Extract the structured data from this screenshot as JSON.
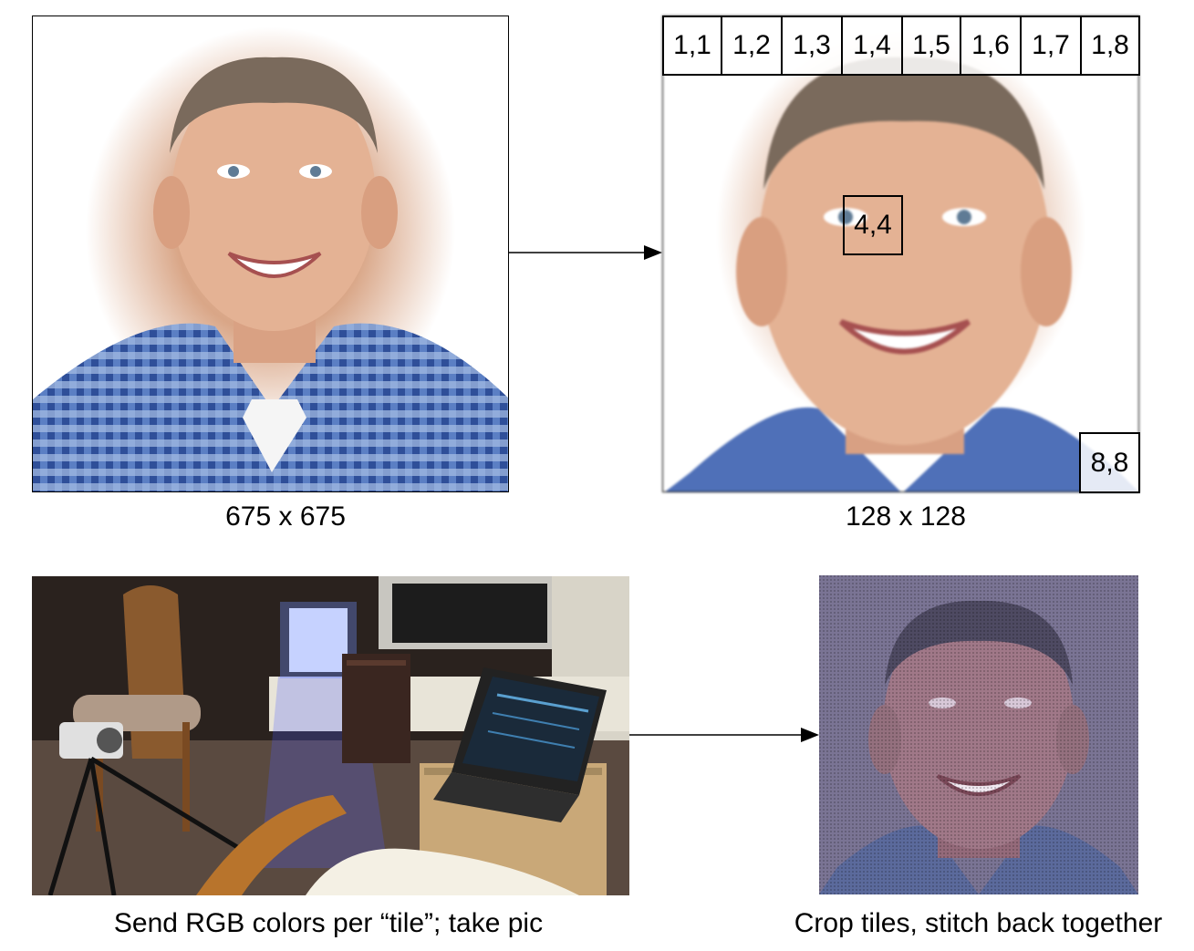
{
  "top_left": {
    "caption": "675 x 675"
  },
  "top_right": {
    "caption": "128 x 128",
    "top_row_tiles": [
      "1,1",
      "1,2",
      "1,3",
      "1,4",
      "1,5",
      "1,6",
      "1,7",
      "1,8"
    ],
    "center_tile": "4,4",
    "corner_tile": "8,8"
  },
  "bottom_left": {
    "caption": "Send RGB colors per “tile”; take pic"
  },
  "bottom_right": {
    "caption": "Crop tiles, stitch back together"
  }
}
